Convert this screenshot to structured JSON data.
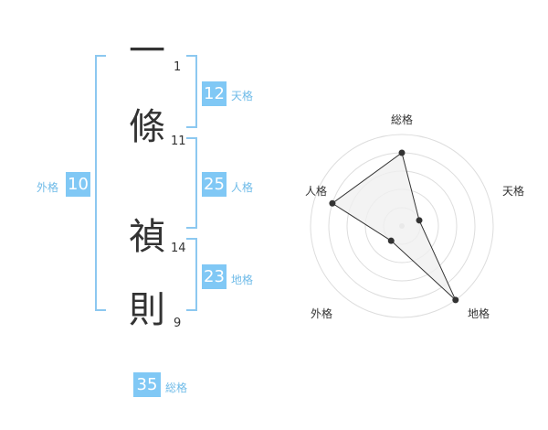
{
  "name": {
    "chars": [
      {
        "char": "一",
        "strokes": "1"
      },
      {
        "char": "條",
        "strokes": "11"
      },
      {
        "char": "禎",
        "strokes": "14"
      },
      {
        "char": "則",
        "strokes": "9"
      }
    ]
  },
  "kakusu": {
    "tenkaku": {
      "label": "天格",
      "value": "12"
    },
    "jinkaku": {
      "label": "人格",
      "value": "25"
    },
    "chikaku": {
      "label": "地格",
      "value": "23"
    },
    "gaikaku": {
      "label": "外格",
      "value": "10"
    },
    "soukaku": {
      "label": "総格",
      "value": "35"
    }
  },
  "radar": {
    "axes": [
      "総格",
      "天格",
      "地格",
      "外格",
      "人格"
    ],
    "levels": 5,
    "values": [
      4,
      1,
      5,
      1,
      4
    ],
    "colors": {
      "grid": "#dddddd",
      "fill": "#f0f0f0",
      "line": "#333333",
      "point": "#333333",
      "center": "#cccccc"
    }
  },
  "colors": {
    "accent": "#80c8f5",
    "bracket": "#8cc8f0",
    "label": "#6fbbe8"
  }
}
